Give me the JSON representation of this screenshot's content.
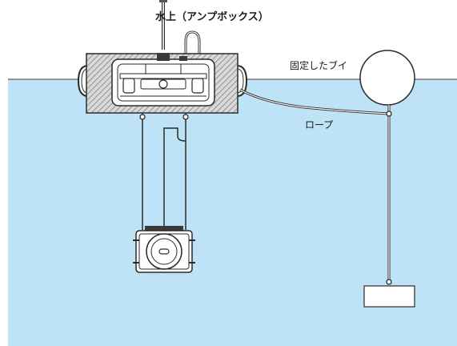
{
  "labels": {
    "surface_unit": "水上（アンプボックス）",
    "fixed_buoy": "固定したブイ",
    "rope": "ロープ"
  },
  "colors": {
    "water": "#bfe3f6",
    "waterline": "#3a3a3a",
    "hatch": "#8a8a8a",
    "line": "#2a2a2a",
    "fill": "#ffffff"
  }
}
